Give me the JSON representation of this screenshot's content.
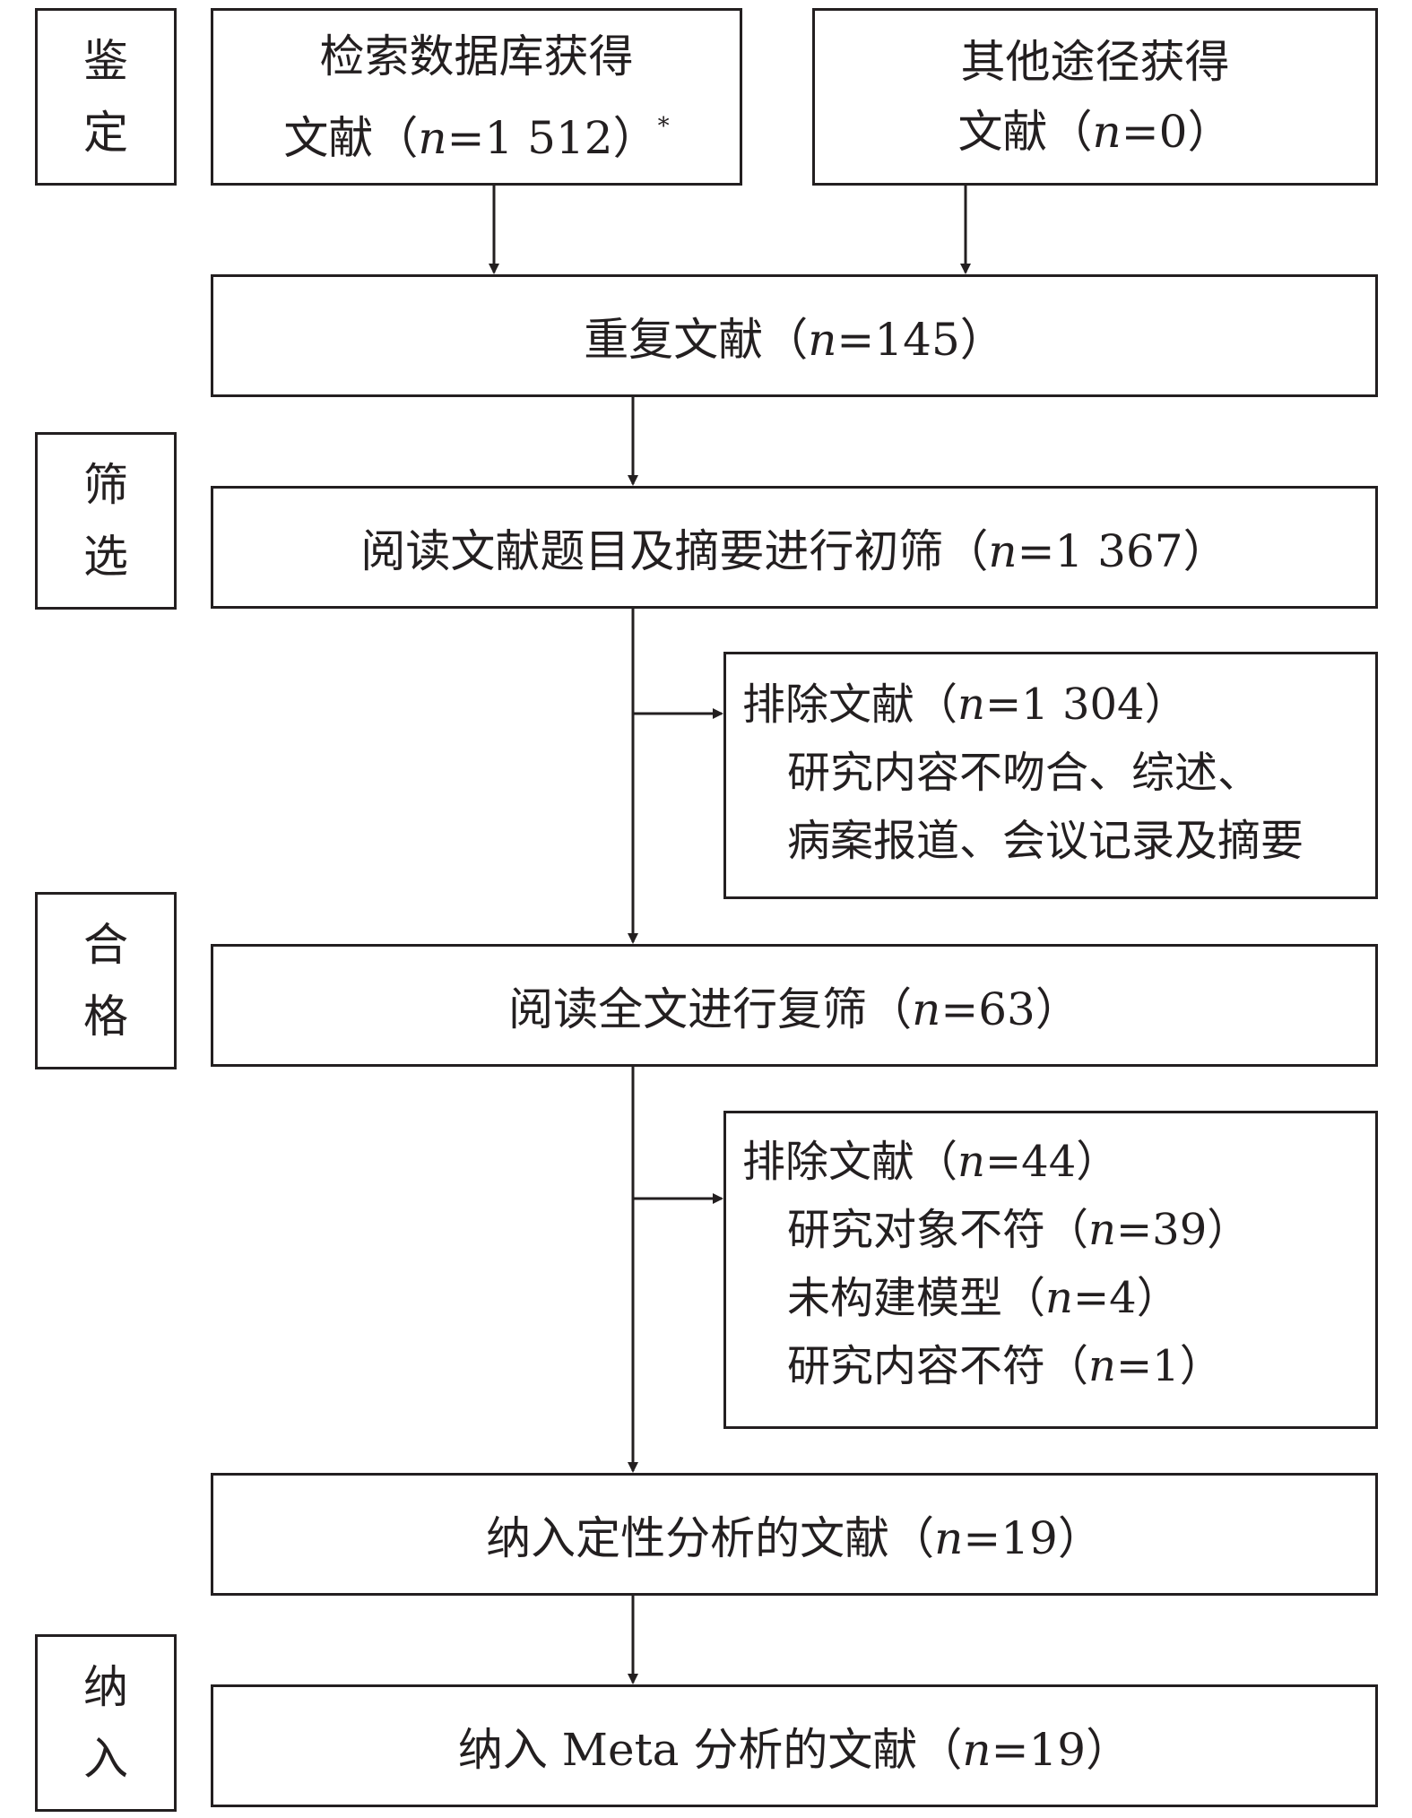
{
  "stages": {
    "identify": [
      "鉴",
      "定"
    ],
    "screen": [
      "筛",
      "选"
    ],
    "eligible": [
      "合",
      "格"
    ],
    "include": [
      "纳",
      "入"
    ]
  },
  "db_records": {
    "line1": "检索数据库获得",
    "line2_pre": "文献（",
    "n_symbol": "n",
    "line2_post": "=1 512）",
    "marker": "*"
  },
  "other_records": {
    "line1": "其他途径获得",
    "line2_pre": "文献（",
    "n_symbol": "n",
    "line2_post": "=0）"
  },
  "duplicates": {
    "pre": "重复文献（",
    "n_symbol": "n",
    "post": "=145）"
  },
  "title_abstract_screen": {
    "pre": "阅读文献题目及摘要进行初筛（",
    "n_symbol": "n",
    "post": "=1 367）"
  },
  "excluded_1": {
    "head_pre": "排除文献（",
    "n_symbol": "n",
    "head_post": "=1 304）",
    "reason_line1": "研究内容不吻合、综述、",
    "reason_line2": "病案报道、会议记录及摘要"
  },
  "fulltext_screen": {
    "pre": "阅读全文进行复筛（",
    "n_symbol": "n",
    "post": "=63）"
  },
  "excluded_2": {
    "head_pre": "排除文献（",
    "n_symbol": "n",
    "head_post": "=44）",
    "reasons": [
      {
        "pre": "研究对象不符（",
        "n_symbol": "n",
        "post": "=39）"
      },
      {
        "pre": "未构建模型（",
        "n_symbol": "n",
        "post": "=4）"
      },
      {
        "pre": "研究内容不符（",
        "n_symbol": "n",
        "post": "=1）"
      }
    ]
  },
  "qualitative": {
    "pre": "纳入定性分析的文献（",
    "n_symbol": "n",
    "post": "=19）"
  },
  "meta": {
    "pre": "纳入 Meta 分析的文献（",
    "n_symbol": "n",
    "post": "=19）"
  },
  "colors": {
    "line": "#231f20",
    "background": "#ffffff"
  }
}
